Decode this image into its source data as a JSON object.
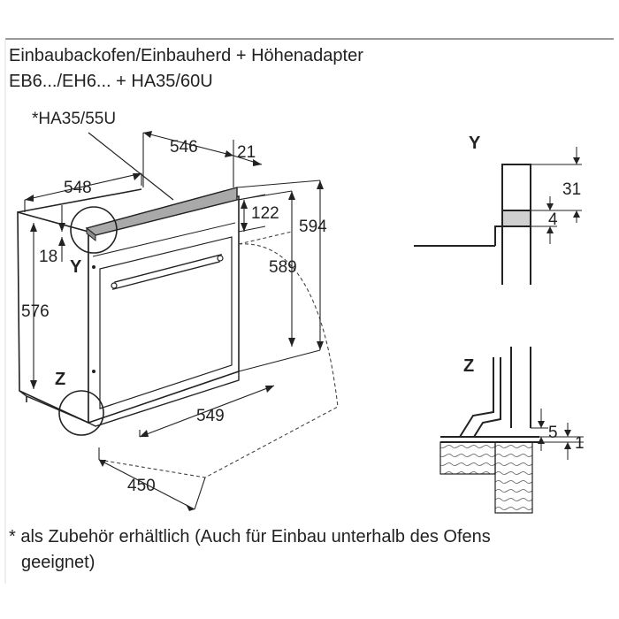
{
  "title": {
    "line1": "Einbaubackofen/Einbauherd + Höhenadapter",
    "line2": "EB6.../EH6... + HA35/60U"
  },
  "accessory_note": "*HA35/55U",
  "dimensions": {
    "d546": "546",
    "d21": "21",
    "d548": "548",
    "d122": "122",
    "d594": "594",
    "d589": "589",
    "d18": "18",
    "d576": "576",
    "d549": "549",
    "d450": "450",
    "d31": "31",
    "d4": "4",
    "d5": "5",
    "d1": "1"
  },
  "detail_labels": {
    "y_main": "Y",
    "z_main": "Z",
    "y_detail": "Y",
    "z_detail": "Z"
  },
  "footnote": {
    "line1": "* als Zubehör erhältlich (Auch für Einbau unterhalb des Ofens",
    "line2": "geeignet)"
  },
  "colors": {
    "line": "#222222",
    "adapter_fill": "#a9a9a9",
    "adapter_detail_fill": "#cfcfcf",
    "dashed": "#444444"
  }
}
